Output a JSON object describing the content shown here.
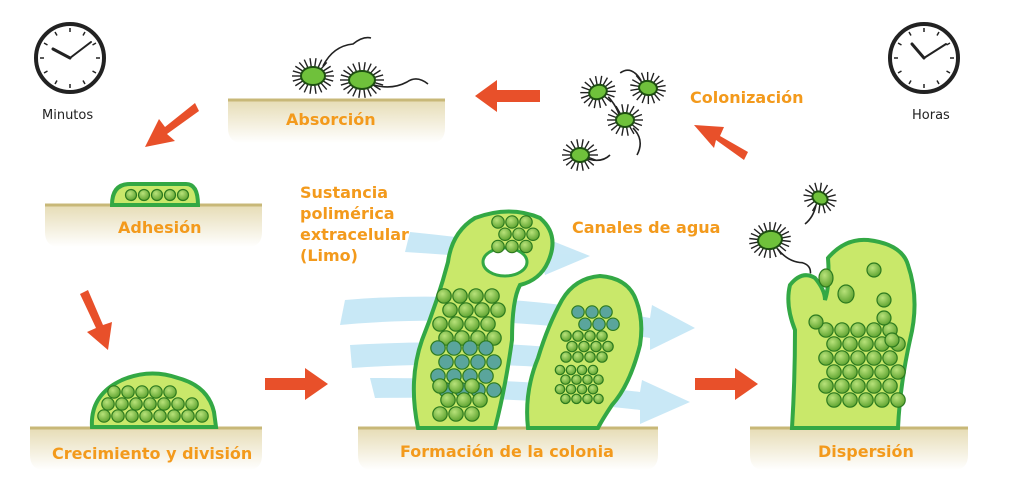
{
  "stages": {
    "absorcion": "Absorción",
    "adhesion": "Adhesión",
    "crecimiento": "Crecimiento y división",
    "formacion": "Formación de la colonia",
    "dispersion": "Dispersión",
    "colonizacion": "Colonización"
  },
  "labels": {
    "sustancia": "Sustancia polimérica extracelular (Limo)",
    "canales": "Canales de agua"
  },
  "clocks": {
    "left": "Minutos",
    "right": "Horas"
  },
  "colors": {
    "label_orange": "#f39a1c",
    "arrow_red": "#e8502a",
    "biofilm_green": "#33a844",
    "matrix_green": "#c9e86a",
    "cell_green": "#7cc242",
    "water_blue": "#bfe4f5",
    "surface_beige": "#efe6c8"
  }
}
